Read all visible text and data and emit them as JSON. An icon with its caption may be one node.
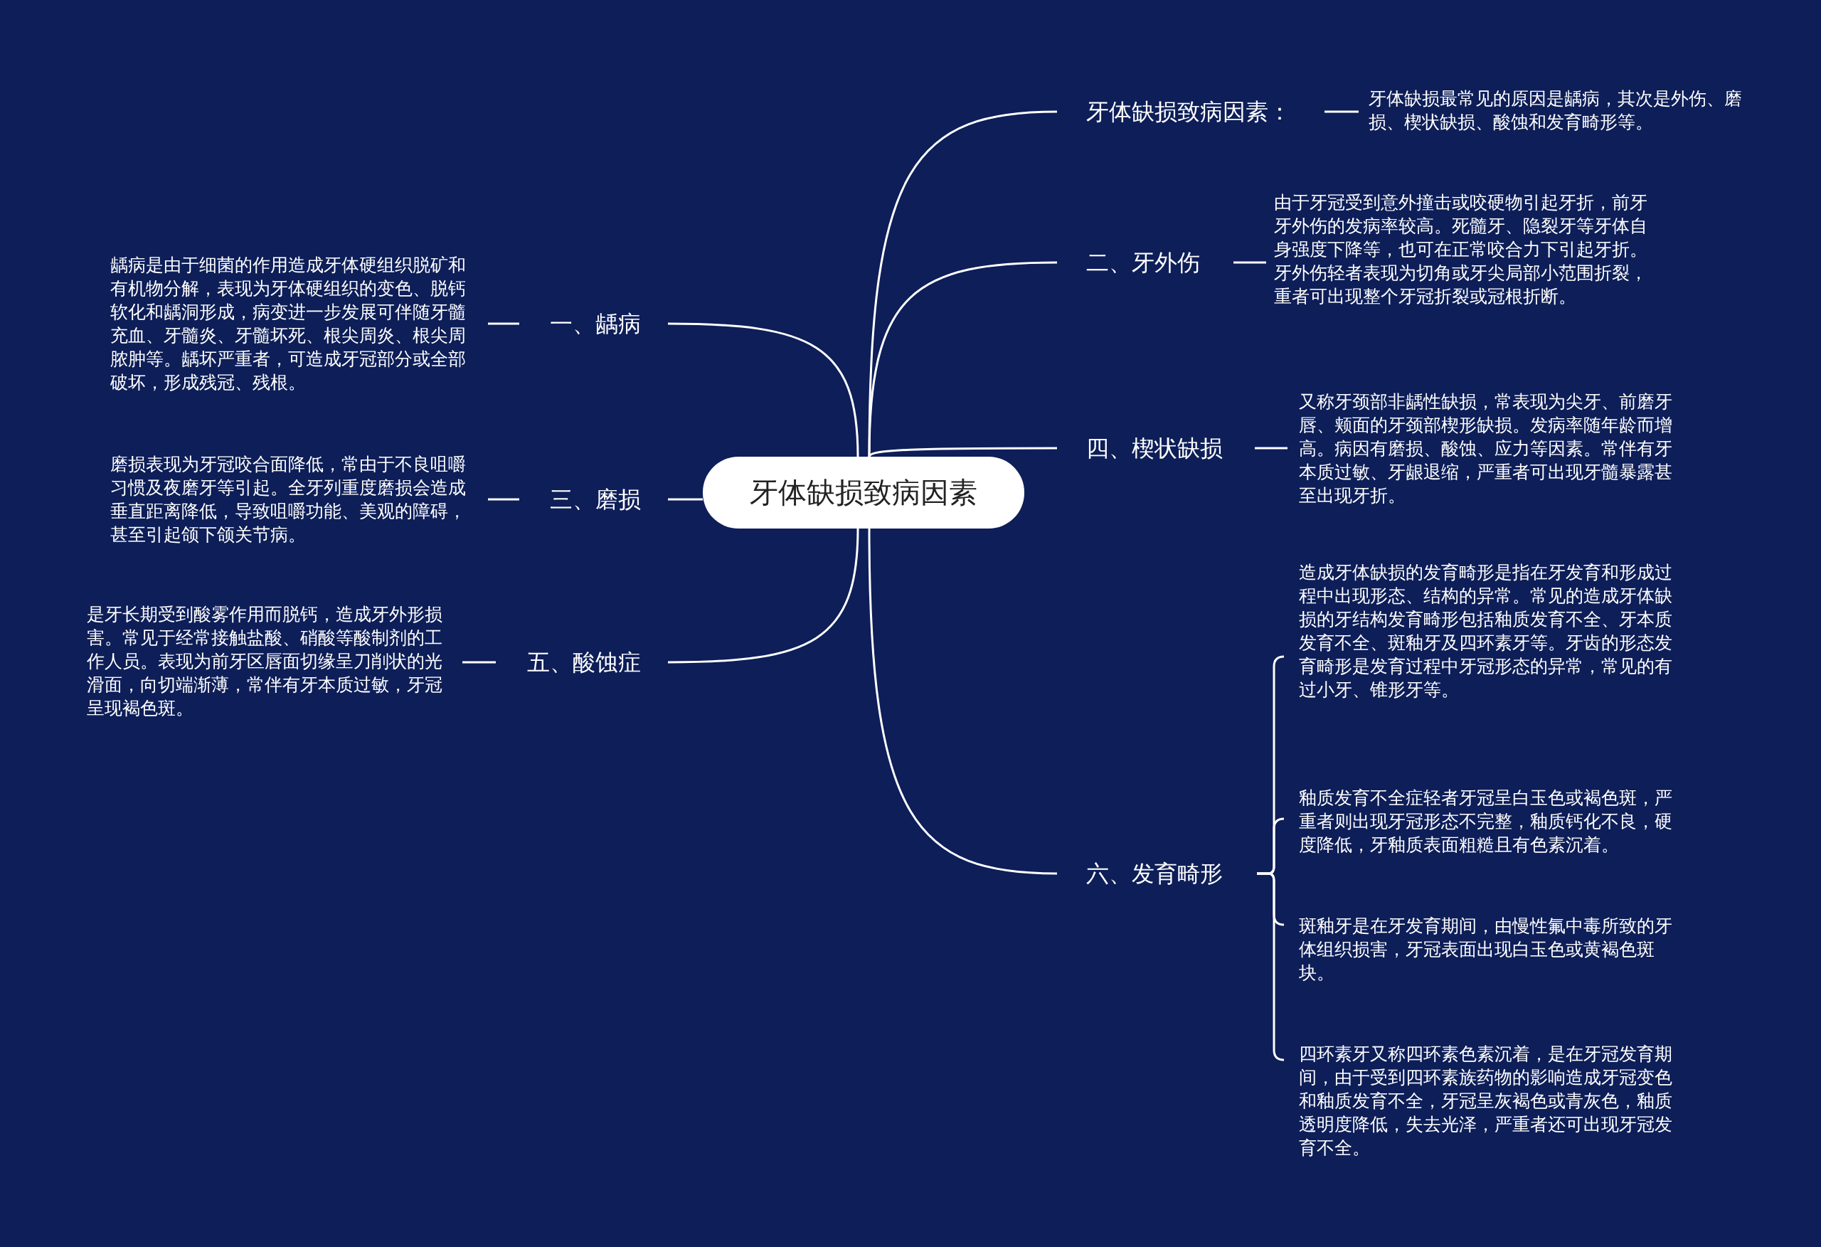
{
  "diagram": {
    "nodes": [
      {
        "text": [
          "牙体缺损致病因素"
        ]
      },
      {
        "text": [
          "牙体缺损致病因素："
        ]
      },
      {
        "text": [
          "牙体缺损最常见的原因是龋病，其次是外伤、磨损、楔状缺损、酸蚀和发育畸形等。"
        ]
      },
      {
        "text": [
          "一、龋病"
        ]
      },
      {
        "text": [
          "龋病是由于细菌的作用造成牙体硬组织脱矿和有机物分解，表现为牙体硬组织的变色、脱钙软化和龋洞形成，病变进一步发展可伴随牙髓充血、牙髓炎、牙髓坏死、根尖周炎、根尖周脓肿等。龋坏严重者，可造成牙冠部分或全部破坏，形成残冠、残根。"
        ]
      },
      {
        "text": [
          "二、牙外伤"
        ]
      },
      {
        "text": [
          "由于牙冠受到意外撞击或咬硬物引起牙折，前牙牙外伤的发病率较高。死髓牙、隐裂牙等牙体自身强度下降等，也可在正常咬合力下引起牙折。牙外伤轻者表现为切角或牙尖局部小范围折裂，重者可出现整个牙冠折裂或冠根折断。"
        ]
      },
      {
        "text": [
          "三、磨损"
        ]
      },
      {
        "text": [
          "磨损表现为牙冠咬合面降低，常由于不良咀嚼习惯及夜磨牙等引起。全牙列重度磨损会造成垂直距离降低，导致咀嚼功能、美观的障碍，甚至引起颌下颌关节病。"
        ]
      },
      {
        "text": [
          "四、楔状缺损"
        ]
      },
      {
        "text": [
          "又称牙颈部非龋性缺损，常表现为尖牙、前磨牙唇、颊面的牙颈部楔形缺损。发病率随年龄而增高。病因有磨损、酸蚀、应力等因素。常伴有牙本质过敏、牙龈退缩，严重者可出现牙髓暴露甚至出现牙折。"
        ]
      },
      {
        "text": [
          "五、酸蚀症"
        ]
      },
      {
        "text": [
          "是牙长期受到酸雾作用而脱钙，造成牙外形损害。常见于经常接触盐酸、硝酸等酸制剂的工作人员。表现为前牙区唇面切缘呈刀削状的光滑面，向切端渐薄，常伴有牙本质过敏，牙冠呈现褐色斑。"
        ]
      },
      {
        "text": [
          "六、发育畸形"
        ]
      },
      {
        "text": [
          "造成牙体缺损的发育畸形是指在牙发育和形成过程中出现形态、结构的异常。常见的造成牙体缺损的牙结构发育畸形包括釉质发育不全、牙本质发育不全、斑釉牙及四环素牙等。牙齿的形态发育畸形是发育过程中牙冠形态的异常，常见的有过小牙、锥形牙等。"
        ]
      },
      {
        "text": [
          "釉质发育不全症轻者牙冠呈白玉色或褐色斑，严重者则出现牙冠形态不完整，釉质钙化不良，硬度降低，牙釉质表面粗糙且有色素沉着。"
        ]
      },
      {
        "text": [
          "斑釉牙是在牙发育期间，由慢性氟中毒所致的牙体组织损害，牙冠表面出现白玉色或黄褐色斑块。"
        ]
      },
      {
        "text": [
          "四环素牙又称四环素色素沉着，是在牙冠发育期间，由于受到四环素族药物的影响造成牙冠变色和釉质发育不全，牙冠呈灰褐色或青灰色，釉质透明度降低，失去光泽，严重者还可出现牙冠发育不全。"
        ]
      }
    ],
    "edges": [
      {
        "from": 0,
        "to": 1,
        "arrow": "none"
      },
      {
        "from": 0,
        "to": 3,
        "arrow": "none"
      },
      {
        "from": 0,
        "to": 5,
        "arrow": "none"
      },
      {
        "from": 0,
        "to": 7,
        "arrow": "none"
      },
      {
        "from": 0,
        "to": 9,
        "arrow": "none"
      },
      {
        "from": 0,
        "to": 11,
        "arrow": "none"
      },
      {
        "from": 0,
        "to": 13,
        "arrow": "none"
      },
      {
        "from": 1,
        "to": 2,
        "arrow": "none"
      },
      {
        "from": 3,
        "to": 4,
        "arrow": "none"
      },
      {
        "from": 5,
        "to": 6,
        "arrow": "none"
      },
      {
        "from": 7,
        "to": 8,
        "arrow": "none"
      },
      {
        "from": 9,
        "to": 10,
        "arrow": "none"
      },
      {
        "from": 11,
        "to": 12,
        "arrow": "none"
      },
      {
        "from": 13,
        "to": 14,
        "arrow": "none"
      },
      {
        "from": 13,
        "to": 15,
        "arrow": "none"
      },
      {
        "from": 13,
        "to": 16,
        "arrow": "none"
      },
      {
        "from": 13,
        "to": 17,
        "arrow": "none"
      }
    ]
  }
}
